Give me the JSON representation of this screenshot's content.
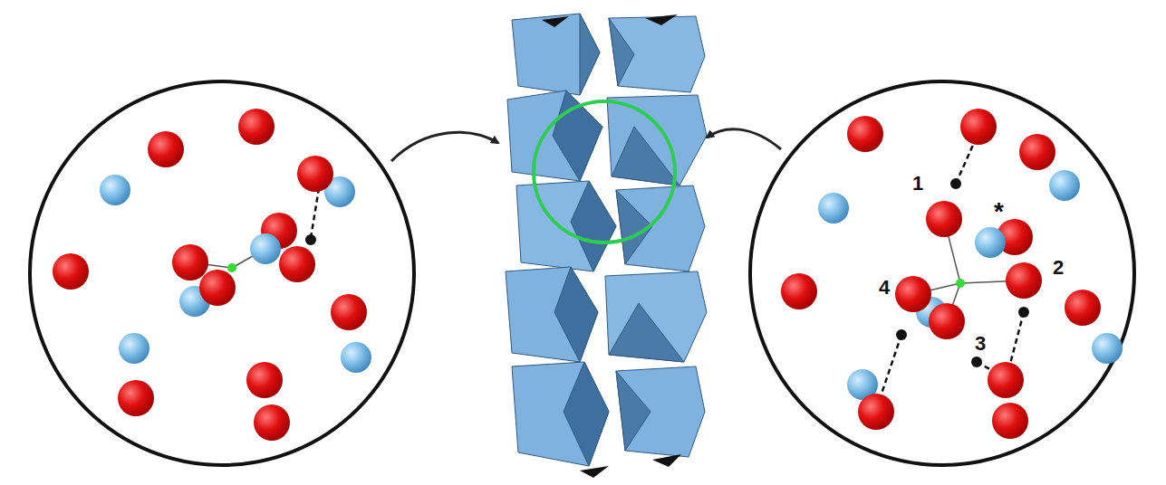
{
  "diagram": {
    "labels": [
      "1",
      "2",
      "3",
      "4",
      "*"
    ]
  }
}
